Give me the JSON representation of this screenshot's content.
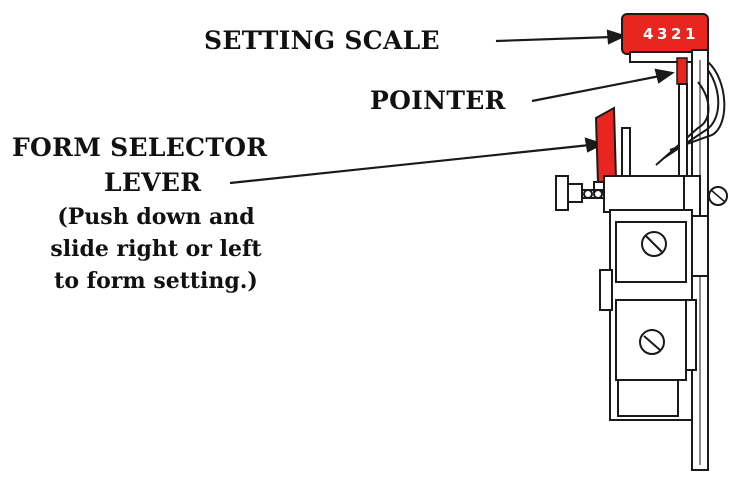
{
  "labels": {
    "setting_scale": "SETTING SCALE",
    "pointer": "POINTER",
    "form_selector_line1": "FORM SELECTOR",
    "form_selector_line2": "LEVER",
    "note_line1": "(Push down and",
    "note_line2": "slide right or left",
    "note_line3": "to form setting.)"
  },
  "scale_digits": [
    "4",
    "3",
    "2",
    "1"
  ],
  "colors": {
    "accent_red": "#e8251f",
    "line": "#1a1a1a",
    "background": "#ffffff"
  }
}
